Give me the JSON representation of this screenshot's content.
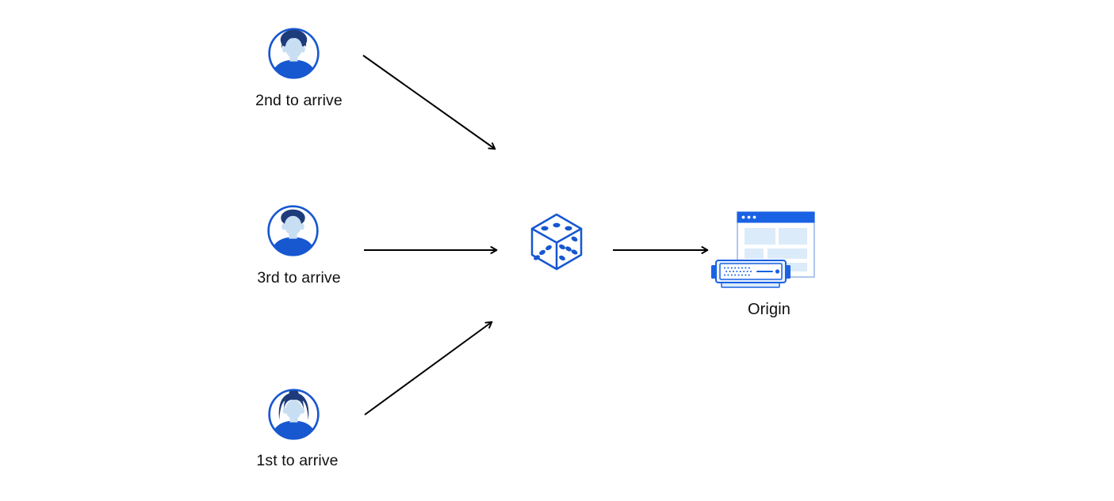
{
  "diagram": {
    "background": "#ffffff",
    "nodes": {
      "clients": [
        {
          "label": "2nd to arrive",
          "icon": "user-avatar-male-icon"
        },
        {
          "label": "3rd to arrive",
          "icon": "user-avatar-male-icon"
        },
        {
          "label": "1st to arrive",
          "icon": "user-avatar-female-icon"
        }
      ],
      "selector": {
        "icon": "dice-icon"
      },
      "origin": {
        "label": "Origin",
        "icon": "origin-server-icon"
      }
    },
    "edges": [
      {
        "from": "client-2nd-to-arrive",
        "to": "dice"
      },
      {
        "from": "client-3rd-to-arrive",
        "to": "dice"
      },
      {
        "from": "client-1st-to-arrive",
        "to": "dice"
      },
      {
        "from": "dice",
        "to": "origin"
      }
    ],
    "colors": {
      "primary_blue": "#1757d0",
      "accent_blue": "#1a62e4",
      "dark_navy": "#1e3c7b",
      "light_face_blue": "#c8def3",
      "panel_blue": "#dcebf9",
      "window_border": "#9cbae7",
      "arrow_black": "#000000"
    }
  }
}
